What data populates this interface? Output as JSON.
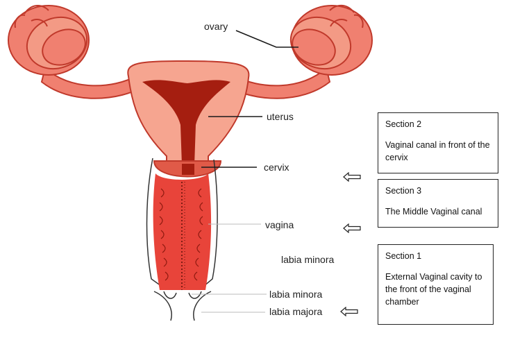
{
  "labels": {
    "ovary": "ovary",
    "uterus": "uterus",
    "cervix": "cervix",
    "vagina": "vagina",
    "labia_minora_upper": "labia minora",
    "labia_minora_lower": "labia minora",
    "labia_majora": "labia majora"
  },
  "sections": [
    {
      "title": "Section 2",
      "desc": "Vaginal canal in front of the cervix"
    },
    {
      "title": "Section 3",
      "desc": "The Middle Vaginal canal"
    },
    {
      "title": "Section 1",
      "desc": "External Vaginal cavity to the front of the vaginal chamber"
    }
  ],
  "colors": {
    "tissue": "#f08070",
    "tissue_light": "#f6a590",
    "outline": "#c0392b",
    "cavity": "#a51e10",
    "vaginal_wall": "#e8443a"
  },
  "icons": {
    "pointer": "left-arrow-icon"
  }
}
